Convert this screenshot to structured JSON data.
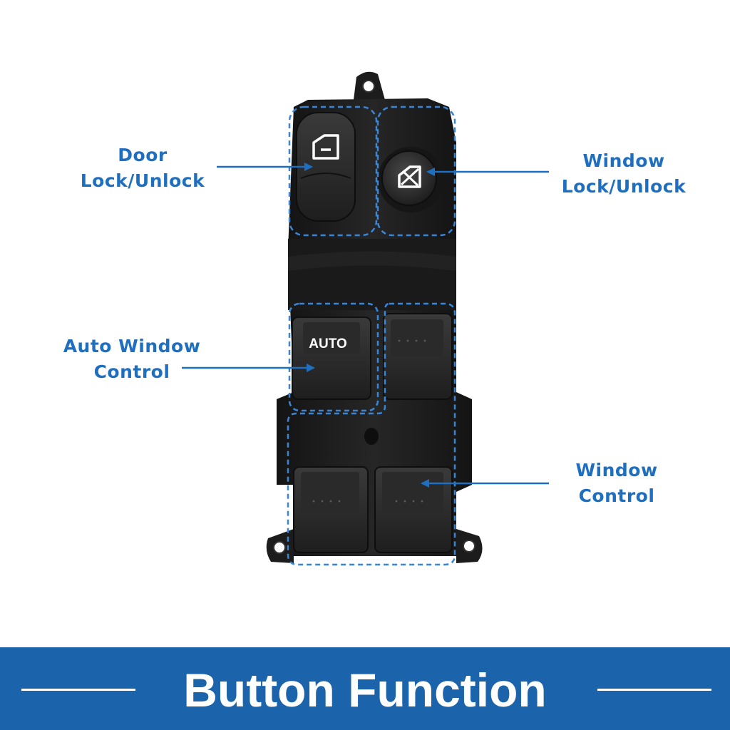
{
  "labels": {
    "door_lock": [
      "Door",
      "Lock/Unlock"
    ],
    "window_lock": [
      "Window",
      "Lock/Unlock"
    ],
    "auto_window": [
      "Auto Window",
      "Control"
    ],
    "window_control": [
      "Window",
      "Control"
    ]
  },
  "switch": {
    "auto_button_text": "AUTO"
  },
  "banner": {
    "title": "Button Function"
  },
  "colors": {
    "accent": "#1f6fc0",
    "banner": "#1b64ac",
    "switch_body": "#1c1c1c",
    "callout_outline": "#3a86d6"
  },
  "icons": [
    "door-icon",
    "window-lock-icon"
  ]
}
